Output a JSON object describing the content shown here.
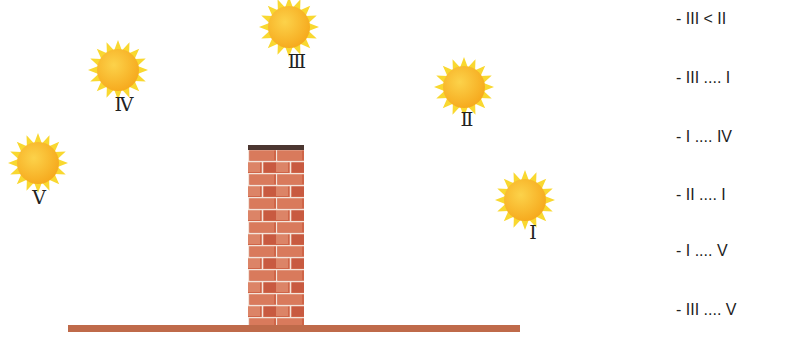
{
  "diagram": {
    "labels": [
      "Ⅲ",
      "Ⅳ",
      "Ⅱ",
      "Ⅴ",
      "Ⅰ",
      "- III < II",
      "- III .... I",
      "- I .... IV",
      "- II .... I",
      "- I .... V",
      "- III .... V"
    ]
  }
}
